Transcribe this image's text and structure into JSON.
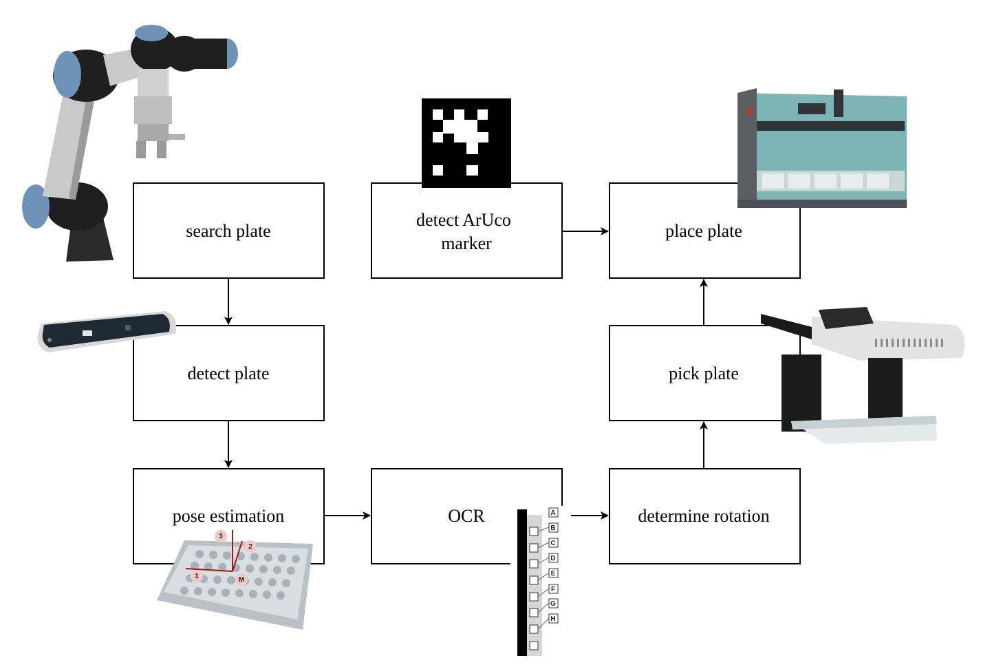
{
  "diagram": {
    "nodes": [
      {
        "id": "search",
        "label_lines": [
          "search plate"
        ]
      },
      {
        "id": "detect",
        "label_lines": [
          "detect plate"
        ]
      },
      {
        "id": "pose",
        "label_lines": [
          "pose estimation"
        ]
      },
      {
        "id": "ocr",
        "label_lines": [
          "OCR"
        ]
      },
      {
        "id": "rotation",
        "label_lines": [
          "determine rotation"
        ]
      },
      {
        "id": "aruco",
        "label_lines": [
          "detect ArUco",
          "marker"
        ]
      },
      {
        "id": "pick",
        "label_lines": [
          "pick plate"
        ]
      },
      {
        "id": "place",
        "label_lines": [
          "place plate"
        ]
      }
    ],
    "edges": [
      {
        "from": "search",
        "to": "detect"
      },
      {
        "from": "detect",
        "to": "pose"
      },
      {
        "from": "pose",
        "to": "ocr"
      },
      {
        "from": "ocr",
        "to": "rotation"
      },
      {
        "from": "rotation",
        "to": "pick"
      },
      {
        "from": "pick",
        "to": "place"
      },
      {
        "from": "aruco",
        "to": "place"
      }
    ],
    "ocr_strip_letters": [
      "A",
      "B",
      "C",
      "D",
      "E",
      "F",
      "G",
      "H"
    ],
    "pose_axis_labels": [
      "1",
      "2",
      "3",
      "M"
    ],
    "illustrations": [
      "robot-arm-icon",
      "depth-camera-icon",
      "well-plate-icon",
      "aruco-marker-icon",
      "lab-instrument-icon",
      "gripper-icon",
      "ocr-strip-icon"
    ],
    "colors": {
      "stroke": "#000000",
      "background": "#ffffff",
      "robot_blue": "#6f93b8",
      "instrument_teal": "#7fb4b4"
    }
  }
}
